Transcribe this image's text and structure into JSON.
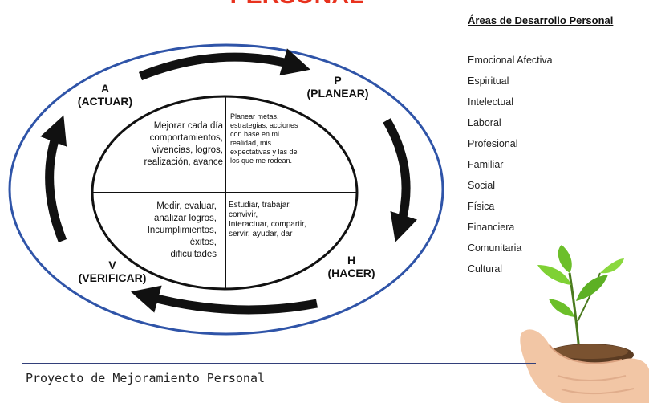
{
  "title": "PERSONAL",
  "cycle": {
    "actuar": {
      "letter": "A",
      "word": "(ACTUAR)"
    },
    "planear": {
      "letter": "P",
      "word": "(PLANEAR)"
    },
    "hacer": {
      "letter": "H",
      "word": "(HACER)"
    },
    "verificar": {
      "letter": "V",
      "word": "(VERIFICAR)"
    }
  },
  "quadrants": {
    "top_left": [
      "Mejorar cada día",
      "comportamientos,",
      "vivencias, logros,",
      "realización, avance"
    ],
    "top_right": [
      "Planear metas,",
      "estrategias, acciones",
      "con base en mi",
      "realidad, mis",
      "expectativas y las de",
      "los que me rodean."
    ],
    "bottom_left": [
      "Medir, evaluar,",
      "analizar logros,",
      "Incumplimientos,",
      "éxitos,",
      "dificultades"
    ],
    "bottom_right": [
      "Estudiar, trabajar,",
      "convivir,",
      "Interactuar, compartir,",
      "servir, ayudar, dar"
    ]
  },
  "areas": {
    "title": "Áreas de Desarrollo Personal",
    "items": [
      "Emocional Afectiva",
      "Espiritual",
      "Intelectual",
      "Laboral",
      "Profesional",
      "Familiar",
      "Social",
      "Física",
      "Financiera",
      "Comunitaria",
      "Cultural"
    ]
  },
  "footer": "Proyecto de Mejoramiento Personal",
  "colors": {
    "ellipse_border": "#2f54a8",
    "arrows": "#111111",
    "title": "#e8321e",
    "footer_line": "#33407a"
  }
}
